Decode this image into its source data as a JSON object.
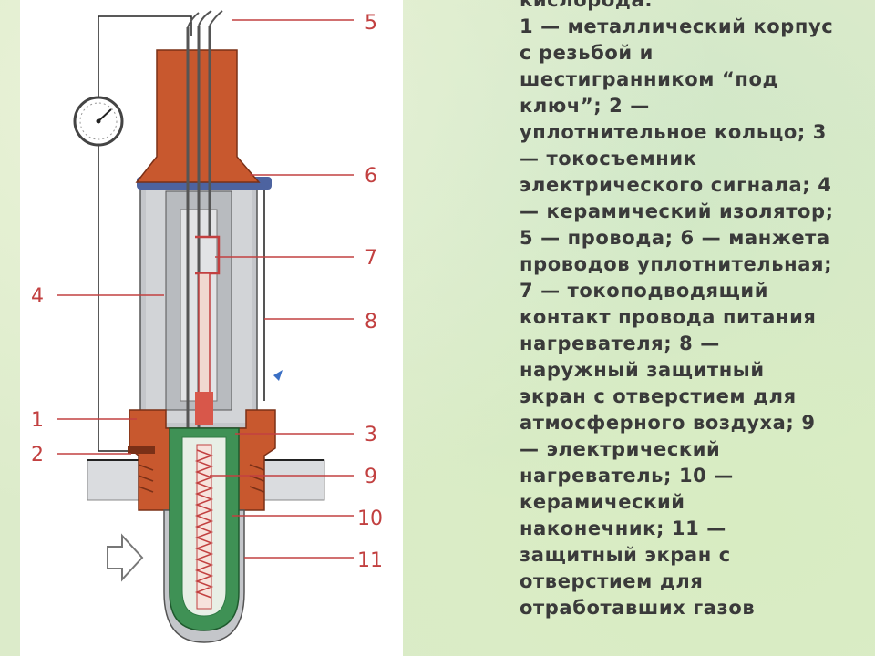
{
  "caption": {
    "text": "кислорода:\n1 — металлический корпус\nс резьбой и\nшестигранником “под\nключ”; 2 —\nуплотнительное кольцо; 3\n— токосъемник\nэлектрического сигнала; 4\n— керамический изолятор;\n5 — провода; 6 — манжета\nпроводов уплотнительная;\n7 — токоподводящий\nконтакт провода питания\nнагревателя; 8 —\nнаружный защитный\nэкран с отверстием для\nатмосферного воздуха; 9\n— электрический\nнагреватель; 10 —\nкерамический\nнаконечник; 11 —\nзащитный экран с\nотверстием для\nотработавших газов"
  },
  "diagram": {
    "labels": {
      "n1": "1",
      "n2": "2",
      "n3": "3",
      "n4": "4",
      "n5": "5",
      "n6": "6",
      "n7": "7",
      "n8": "8",
      "n9": "9",
      "n10": "10",
      "n11": "11"
    },
    "colors": {
      "body": "#c8582e",
      "ceramic": "#3f9155",
      "shield": "#bfc2c6",
      "cap": "#4d63a0",
      "callout": "#c24040"
    },
    "icons": [
      "gauge-icon",
      "arrow-right-icon"
    ]
  }
}
